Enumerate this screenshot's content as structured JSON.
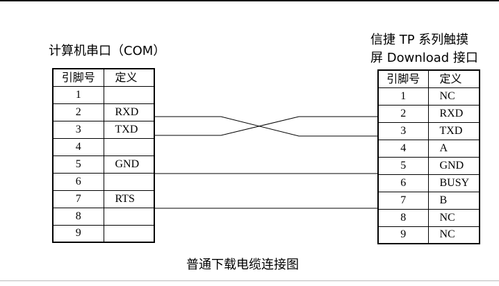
{
  "left": {
    "title": "计算机串口（COM）",
    "header": {
      "pin": "引脚号",
      "def": "定义"
    },
    "rows": [
      {
        "pin": "1",
        "def": ""
      },
      {
        "pin": "2",
        "def": "RXD"
      },
      {
        "pin": "3",
        "def": "TXD"
      },
      {
        "pin": "4",
        "def": ""
      },
      {
        "pin": "5",
        "def": "GND"
      },
      {
        "pin": "6",
        "def": ""
      },
      {
        "pin": "7",
        "def": "RTS"
      },
      {
        "pin": "8",
        "def": ""
      },
      {
        "pin": "9",
        "def": ""
      }
    ]
  },
  "right": {
    "title_line1": "信捷 TP 系列触摸",
    "title_line2": "屏 Download 接口",
    "header": {
      "pin": "引脚号",
      "def": "定义"
    },
    "rows": [
      {
        "pin": "1",
        "def": "NC"
      },
      {
        "pin": "2",
        "def": "RXD"
      },
      {
        "pin": "3",
        "def": "TXD"
      },
      {
        "pin": "4",
        "def": "A"
      },
      {
        "pin": "5",
        "def": "GND"
      },
      {
        "pin": "6",
        "def": "BUSY"
      },
      {
        "pin": "7",
        "def": "B"
      },
      {
        "pin": "8",
        "def": "NC"
      },
      {
        "pin": "9",
        "def": "NC"
      }
    ]
  },
  "caption": "普通下载电缆连接图"
}
